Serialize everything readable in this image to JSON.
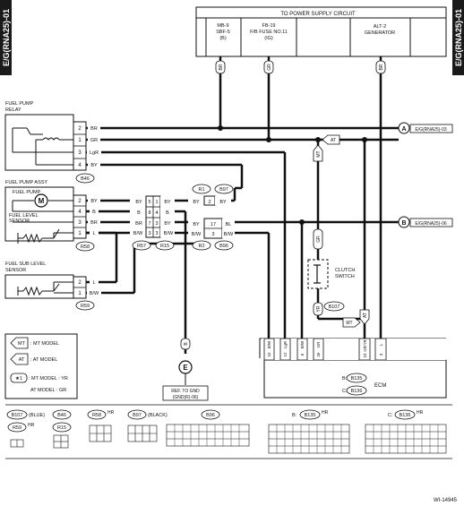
{
  "page_ref": "E/G(RNA25)-01",
  "figure_id": "WI-14945",
  "power": {
    "title": "TO POWER SUPPLY CIRCUIT",
    "sources": [
      {
        "line1": "MB-9",
        "line2": "SBF-5",
        "line3": "(B)",
        "wire": "BR"
      },
      {
        "line1": "FB-19",
        "line2": "F/B FUSE NO.11",
        "line3": "(IG)",
        "wire": "GR"
      },
      {
        "line1": "ALT-2",
        "line2": "GENERATOR",
        "line3": "",
        "wire": "BR"
      }
    ]
  },
  "fuel_pump_relay": {
    "title_line1": "FUEL PUMP",
    "title_line2": "RELAY",
    "connector": "B46",
    "pins": [
      {
        "num": "2",
        "wire": "BR"
      },
      {
        "num": "1",
        "wire": "GR"
      },
      {
        "num": "3",
        "wire": "LgR"
      },
      {
        "num": "4",
        "wire": "BY"
      }
    ]
  },
  "fuel_pump_assy": {
    "title": "FUEL PUMP ASSY",
    "pump_label": "FUEL PUMP",
    "sensor_line1": "FUEL LEVEL",
    "sensor_line2": "SENSOR",
    "motor": "M",
    "connector": "R58",
    "pins": [
      {
        "num": "2",
        "wire": "BY"
      },
      {
        "num": "4",
        "wire": "B"
      },
      {
        "num": "3",
        "wire": "BR"
      },
      {
        "num": "1",
        "wire": "L"
      }
    ]
  },
  "fuel_sub_level": {
    "title_line1": "FUEL SUB LEVEL",
    "title_line2": "SENSOR",
    "connector": "R59",
    "pins": [
      {
        "num": "2",
        "wire": "L"
      },
      {
        "num": "1",
        "wire": "B/W"
      }
    ]
  },
  "junction": {
    "labels": [
      "R57",
      "R15",
      "R2",
      "B96",
      "R1",
      "B97"
    ],
    "rows": [
      {
        "w1": "BY",
        "p1": "5",
        "p2": "1",
        "w2": "BY"
      },
      {
        "w1": "B",
        "p1": "8",
        "p2": "4",
        "w2": "B"
      },
      {
        "w1": "BR",
        "p1": "7",
        "p2": "3",
        "w2": "BY"
      },
      {
        "w1": "B/W",
        "p1": "3",
        "p2": "3",
        "w2": "B/W"
      }
    ],
    "r1_wire_left": "BY",
    "r1_pin": "2",
    "r1_wire_right": "BY",
    "b96_pin": "17",
    "b96_wire": "BL"
  },
  "refs": {
    "a_letter": "A",
    "a_text": "E/G(RNA25)-03",
    "b_letter": "B",
    "b_text": "E/G(RNA25)-06",
    "at_tag": "AT",
    "mt_tag": "MT"
  },
  "clutch": {
    "line1": "CLUTCH",
    "line2": "SWITCH",
    "connector": "B107",
    "wire_top": "GR",
    "wire_bottom": "YR",
    "wire_mid": "BR"
  },
  "ecm": {
    "label": "ECM",
    "conn1": "B:",
    "conn1_id": "B135",
    "conn2": "C:",
    "conn2_id": "B136",
    "wires": [
      "B/W",
      "LgR",
      "B/W",
      "GR",
      "GR/YR",
      "L"
    ],
    "pins": [
      "15",
      "12",
      "6",
      "26",
      "23",
      "3"
    ]
  },
  "ground": {
    "letter": "E",
    "wire": "B",
    "line1": "REF. TO GND",
    "line2": "(GND(R)-06)"
  },
  "legend": {
    "mt_tag": "MT",
    "mt_text": ": MT MODEL",
    "at_tag": "AT",
    "at_text": ": AT MODEL",
    "star": "★1",
    "star_text1": ": MT MODEL : YR",
    "star_text2": "AT MODEL : GR"
  },
  "connectors": {
    "b107": "B107",
    "b107_color": "(BLUE)",
    "b46": "B46",
    "r58": "R58",
    "r58_suffix": "HR",
    "b97": "B97",
    "b97_color": "(BLACK)",
    "b96": "B96",
    "b135": "B135",
    "b135_prefix": "B:",
    "b135_suffix": "HR",
    "b136": "B136",
    "b136_prefix": "C:",
    "b136_suffix": "HR",
    "r59": "R59",
    "r59_suffix": "HR",
    "r15": "R15"
  }
}
